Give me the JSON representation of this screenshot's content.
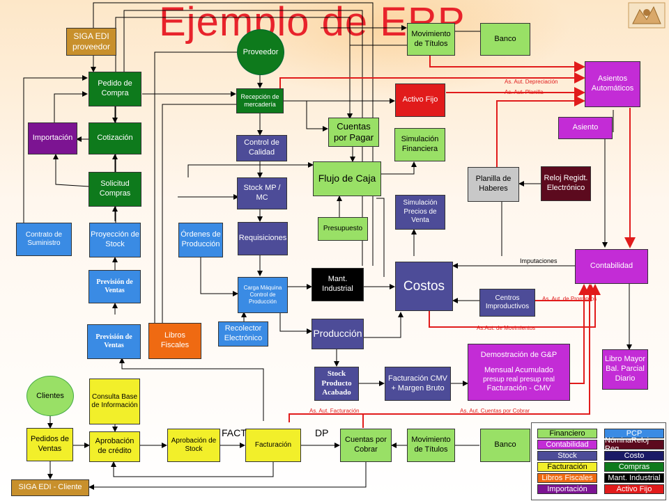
{
  "title": "Ejemplo de ERP",
  "nodes": {
    "siga_edi_proveedor": "SIGA EDI proveedor",
    "proveedor": "Proveedor",
    "movimiento_titulos_top": "Movimiento de Títulos",
    "banco_top": "Banco",
    "pedido_compra": "Pedido de Compra",
    "recepcion": "Recepción de mercadería",
    "activo_fijo": "Activo Fijo",
    "asientos_automaticos": "Asientos Automáticos",
    "importacion": "Importación",
    "cotizacion": "Cotización",
    "cuentas_pagar": "Cuentas por Pagar",
    "control_calidad": "Control de Calidad",
    "simulacion_financiera": "Simulación Financiera",
    "asiento": "Asiento",
    "solicitud_compras": "Solicitud Compras",
    "flujo_caja": "Flujo de Caja",
    "stock_mp": "Stock MP / MC",
    "planilla_haberes": "Planilla de Haberes",
    "reloj": "Reloj Regidt. Electrónico",
    "simulacion_precios": "Simulación Precios de Venta",
    "contrato_suministro": "Contrato de Suministro",
    "proyeccion_stock": "Proyección de Stock",
    "ordenes_produccion": "Órdenes de Producción",
    "requisiciones": "Requisiciones",
    "presupuesto": "Presupuesto",
    "contabilidad": "Contabilidad",
    "mant_industrial": "Mant. Industrial",
    "costos": "Costos",
    "prevision_ventas_1": "Previsión de Ventas",
    "carga_maquina": "Carga Máquina Control de Producción",
    "centros_improductivos": "Centros Improductivos",
    "prevision_ventas_2": "Previsión de Ventas",
    "libros_fiscales": "Libros Fiscales",
    "recolector": "Recolector Electrónico",
    "produccion": "Producción",
    "demostracion_title": "Demostración de G&P",
    "demostracion_line1": "Mensual Acumulado",
    "demostracion_line2": "presup real presup real",
    "demostracion_line3": "Facturación - CMV",
    "libro_mayor": "Libro Mayor Bal. Parcial Diario",
    "clientes": "Clientes",
    "consulta_base": "Consulta Base de Información",
    "stock_producto": "Stock Producto Acabado",
    "facturacion_cmv": "Facturación CMV + Margen Bruto",
    "pedidos_ventas": "Pedidos de Ventas",
    "aprobacion_credito": "Aprobación de crédito",
    "aprobacion_stock": "Aprobación de Stock",
    "facturacion": "Facturación",
    "cuentas_cobrar": "Cuentas por Cobrar",
    "movimiento_titulos_bottom": "Movimiento de Títulos",
    "banco_bottom": "Banco",
    "siga_edi_cliente": "SIGA EDI - Cliente"
  },
  "labels": {
    "as_aut_depreciacion": "As. Aut. Depreciación",
    "as_aut_planilla": "As. Aut. Planilla",
    "imputaciones": "Imputaciones",
    "as_aut_prorrateos": "As. Aut. de Prorrateos",
    "as_aut_movimientos": "As.Aut. de Movimientos",
    "as_aut_facturacion": "As. Aut. Facturación",
    "as_aut_cuentas_cobrar": "As. Aut. Cuentas por Cobrar",
    "fact": "FACT",
    "dp": "DP"
  },
  "legend": [
    {
      "label": "Financiero",
      "color": "#99e066"
    },
    {
      "label": "PCP",
      "color": "#3a8be4"
    },
    {
      "label": "Contabilidad",
      "color": "#c32cd6"
    },
    {
      "label": "NóminaReloj Reg.",
      "color": "#5c0a1e"
    },
    {
      "label": "Stock",
      "color": "#4d4c98"
    },
    {
      "label": "Costo",
      "color": "#1a1a66"
    },
    {
      "label": "Facturación",
      "color": "#f2ef2a"
    },
    {
      "label": "Compras",
      "color": "#0e7a1c"
    },
    {
      "label": "Libros Fiscales",
      "color": "#ef6a12"
    },
    {
      "label": "Mant. Industrial",
      "color": "#000000"
    },
    {
      "label": "Importación",
      "color": "#7c1492"
    },
    {
      "label": "Activo Fijo",
      "color": "#e11b1b"
    }
  ]
}
